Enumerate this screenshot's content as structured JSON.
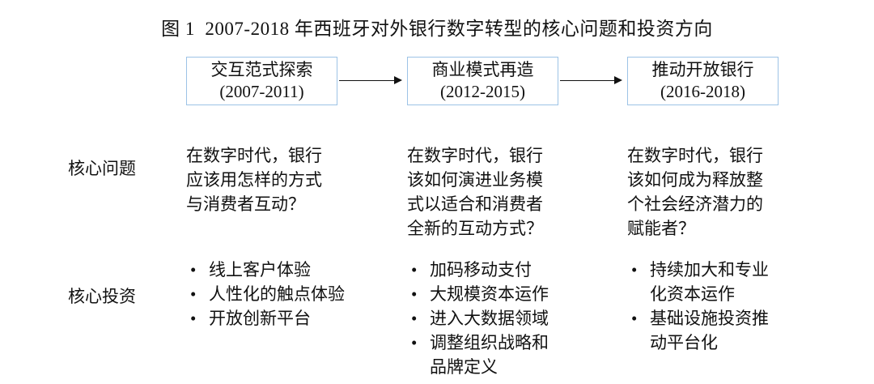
{
  "title": "图 1  2007-2018 年西班牙对外银行数字转型的核心问题和投资方向",
  "row_labels": {
    "questions": "核心问题",
    "investments": "核心投资"
  },
  "colors": {
    "box_border": "#9DC3E6",
    "arrow": "#111111",
    "text": "#111111"
  },
  "columns": [
    {
      "phase": {
        "title": "交互范式探索",
        "years": "(2007-2011)"
      },
      "question": "在数字时代，银行应该用怎样的方式与消费者互动？",
      "investments": [
        "线上客户体验",
        "人性化的触点体验",
        "开放创新平台"
      ]
    },
    {
      "phase": {
        "title": "商业模式再造",
        "years": "(2012-2015)"
      },
      "question": "在数字时代，银行该如何演进业务模式以适合和消费者全新的互动方式？",
      "investments": [
        "加码移动支付",
        "大规模资本运作",
        "进入大数据领域",
        "调整组织战略和品牌定义"
      ]
    },
    {
      "phase": {
        "title": "推动开放银行",
        "years": "(2016-2018)"
      },
      "question": "在数字时代，银行该如何成为释放整个社会经济潜力的赋能者？",
      "investments": [
        "持续加大和专业化资本运作",
        "基础设施投资推动平台化"
      ]
    }
  ]
}
